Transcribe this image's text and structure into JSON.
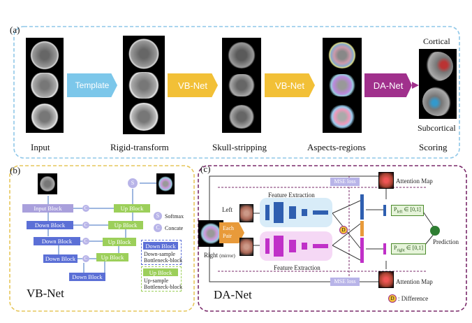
{
  "panels": {
    "a": {
      "tag": "(a)",
      "stage_labels": [
        "Input",
        "Rigid-transform",
        "Skull-stripping",
        "Aspects-regions",
        "Scoring"
      ],
      "flow_boxes": [
        "Template",
        "VB-Net",
        "VB-Net",
        "DA-Net"
      ],
      "scoring_labels": {
        "top": "Cortical",
        "bottom": "Subcortical"
      }
    },
    "b": {
      "tag": "(b)",
      "title": "VB-Net",
      "blocks": {
        "input": "Input Block",
        "down": "Down Block",
        "up": "Up Block"
      },
      "softmax_symbol": "S",
      "concat_symbol": "C",
      "legend": {
        "softmax": "Softmax",
        "concate": "Concate",
        "down_title": "Down Block",
        "down_desc1": "Down-sample",
        "down_desc2": "Bottleneck-block",
        "up_title": "Up Block",
        "up_desc1": "Up-sample",
        "up_desc2": "Bottleneck-block"
      }
    },
    "c": {
      "tag": "(c)",
      "title": "DA-Net",
      "left": "Left",
      "right": "Right",
      "right_suffix": "(mirror)",
      "pair": [
        "Each",
        "Pair"
      ],
      "feature_extraction": "Feature Extraction",
      "mse_loss": "MSE loss",
      "attention_map": "Attention Map",
      "p_left": "P",
      "p_left_sub": "left",
      "p_left_range": "∈ [0,1]",
      "p_right": "P",
      "p_right_sub": "right",
      "p_right_range": "∈ [0,1]",
      "prediction": "Prediction",
      "diff_symbol": "D",
      "diff_label": ": Difference"
    }
  },
  "colors": {
    "template": "#7cc7ea",
    "vbnet": "#f2c037",
    "danet": "#a0308c",
    "down_block": "#5b6fd6",
    "up_block": "#9ccf5a",
    "input_block": "#a9a0dc",
    "border_a": "#8fc7e8",
    "border_b": "#e6c65a",
    "border_c": "#7a2a6a",
    "blue_fe": "#2f5fb0",
    "magenta_fe": "#c030c8",
    "prediction_dot": "#2e7d32"
  }
}
